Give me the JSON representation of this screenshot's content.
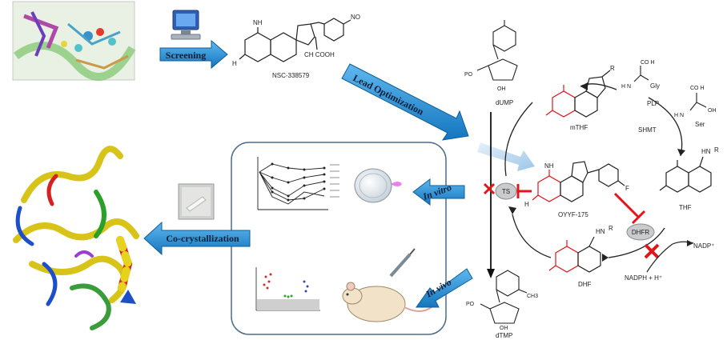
{
  "steps": {
    "screening": "Screening",
    "lead_optimization": "Lead Optimization",
    "in_vitro": "In vitro",
    "in_vivo": "In vivo",
    "co_crystallization": "Co-crystallization"
  },
  "compounds": {
    "hit_name": "NSC-338579",
    "hit_group_nh2_top": "NH",
    "hit_group_nh2_left": "H",
    "hit_group_no2": "NO",
    "hit_group_cooh": "CH COOH",
    "lead_name": "OYYF-175",
    "lead_group_f": "F",
    "lead_group_nh2_top": "NH",
    "lead_group_nh2_left": "H"
  },
  "cycle": {
    "dump": "dUMP",
    "dtmp": "dTMP",
    "mthf": "mTHF",
    "thf": "THF",
    "dhf": "DHF",
    "ts": "TS",
    "dhfr": "DHFR",
    "shmt": "SHMT",
    "plp": "PLP",
    "gly": "Gly",
    "ser": "Ser",
    "nadph": "NADPH + H⁺",
    "nadp": "NADP⁺",
    "po": "PO",
    "oh": "OH",
    "ch3": "CH3",
    "r": "R",
    "hn": "HN",
    "co2h": "CO H",
    "h2n": "H N"
  },
  "colors": {
    "arrow_fill": "#1a8fd6",
    "arrow_fill_light": "#bcd9f0",
    "inhibitor": "#e0161b",
    "molecule_red": "#e0161b",
    "box_border": "#4a6d8a"
  }
}
